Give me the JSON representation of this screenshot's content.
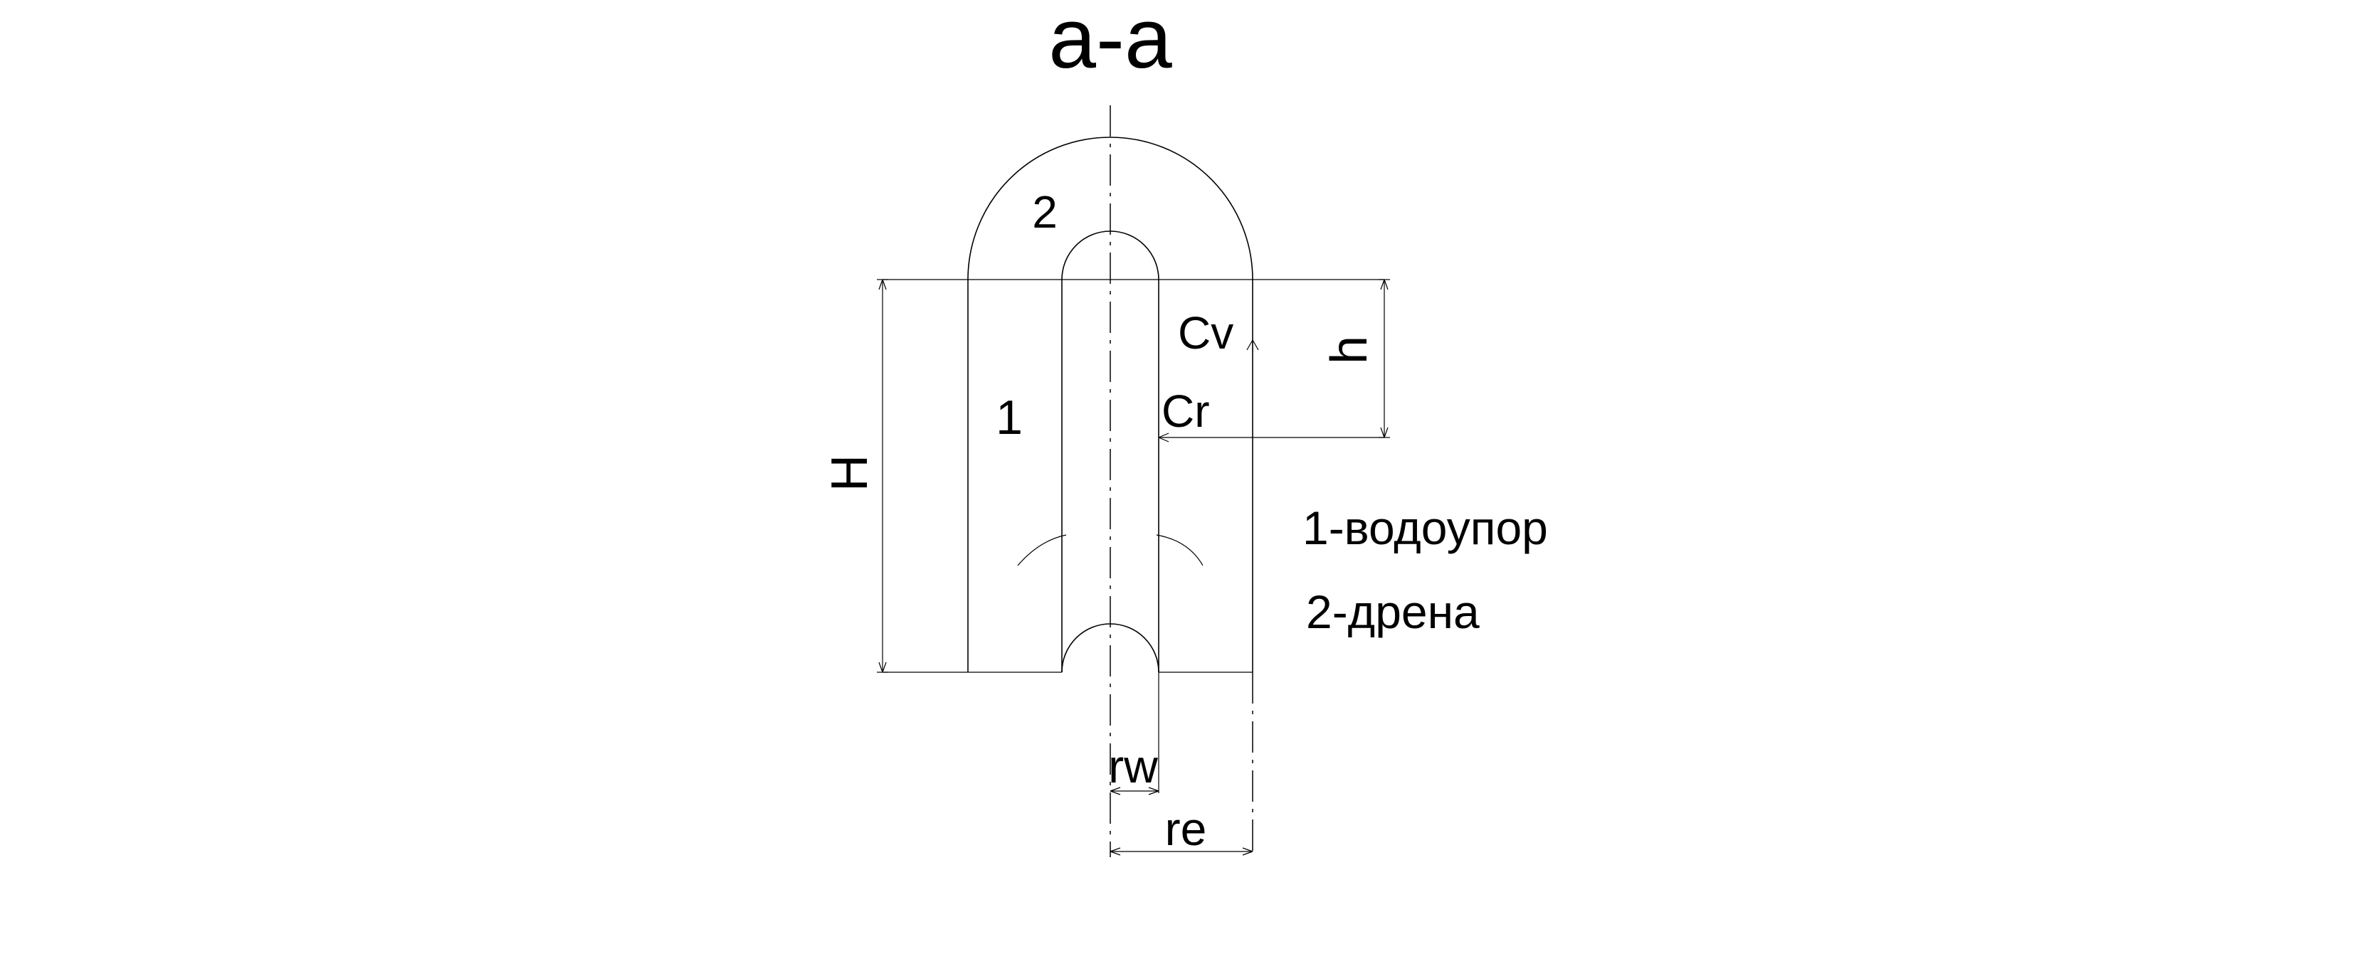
{
  "title": "а-а",
  "zone_labels": {
    "zone_1": "1",
    "zone_2": "2"
  },
  "parameter_labels": {
    "cv": "Cv",
    "cr": "Cr"
  },
  "dimension_labels": {
    "H": "H",
    "h": "h",
    "rw": "rw",
    "re": "re"
  },
  "legend": [
    "1-водоупор",
    "2-дрена"
  ]
}
